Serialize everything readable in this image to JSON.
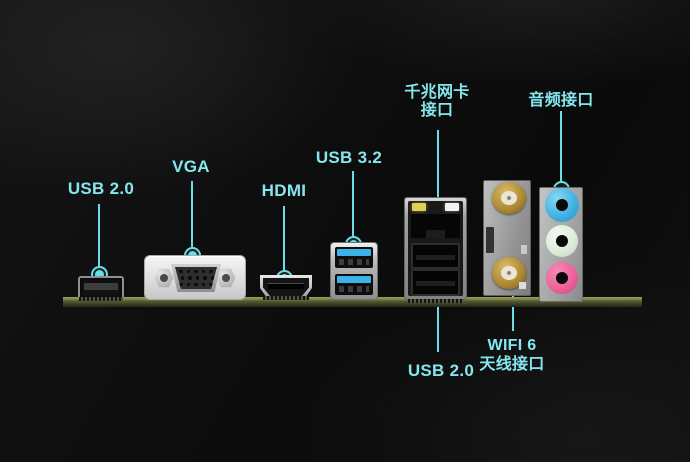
{
  "callouts": {
    "usb2_left": {
      "label": "USB 2.0"
    },
    "vga": {
      "label": "VGA"
    },
    "hdmi": {
      "label": "HDMI"
    },
    "usb32": {
      "label": "USB 3.2"
    },
    "lan": {
      "label_line1": "千兆网卡",
      "label_line2": "接口"
    },
    "audio": {
      "label": "音频接口"
    },
    "usb2_rear": {
      "label": "USB 2.0"
    },
    "wifi": {
      "label_line1": "WIFI 6",
      "label_line2": "天线接口"
    }
  },
  "ports": {
    "usb2_left": "usb2-port",
    "vga": "vga-dsub15-port",
    "hdmi": "hdmi-port",
    "usb32": "usb3-dual-port",
    "lan": "rj45-ethernet-port",
    "usb2_rear": "usb2-dual-port",
    "wifi": "sma-antenna-connectors",
    "audio": "audio-jacks-line-in-out-mic"
  },
  "colors": {
    "accent": "#6adde6",
    "label_text": "#84e7ee",
    "pcb_green": "#565b33",
    "usb3_tongue_blue": "#3ab4e8",
    "lan_led_yellow": "#ddd052",
    "lan_led_white": "#f2f2f2",
    "wifi_connector_gold": "#aa862f",
    "audio_jack_blue": "#45b2e4",
    "audio_jack_green": "#dcead8",
    "audio_jack_pink": "#ec5f98"
  }
}
